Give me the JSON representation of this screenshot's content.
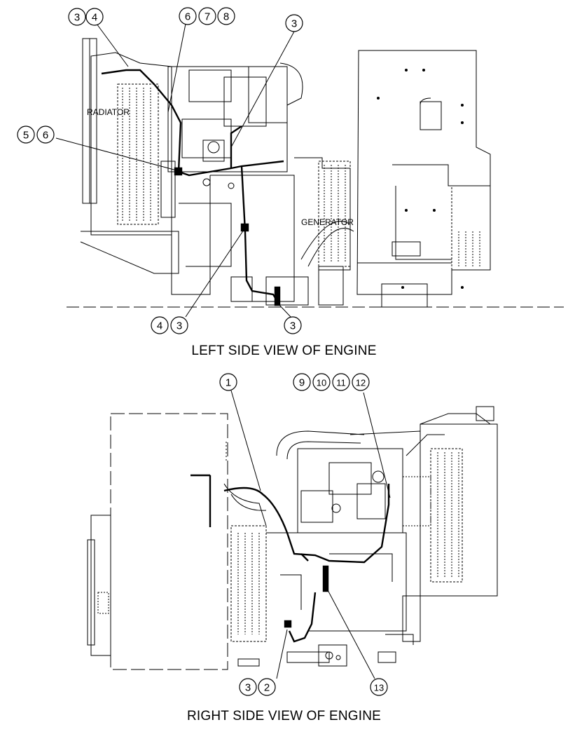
{
  "views": [
    {
      "caption": "LEFT SIDE VIEW OF ENGINE",
      "labels": {
        "radiator": "RADIATOR",
        "generator": "GENERATOR"
      },
      "callouts": [
        "3",
        "4",
        "6",
        "7",
        "8",
        "3",
        "5",
        "6",
        "4",
        "3",
        "3"
      ]
    },
    {
      "caption": "RIGHT SIDE VIEW OF ENGINE",
      "callouts": [
        "1",
        "9",
        "10",
        "11",
        "12",
        "3",
        "2",
        "13"
      ]
    }
  ]
}
